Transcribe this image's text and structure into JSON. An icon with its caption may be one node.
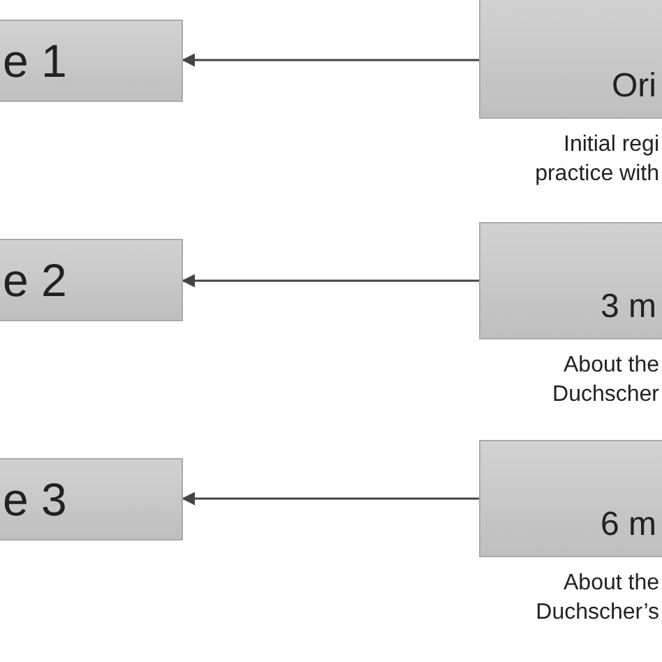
{
  "diagram": {
    "nodes": [
      {
        "text": [
          "e 1"
        ]
      },
      {
        "text": [
          "Ori"
        ],
        "beside": [
          "Initial regi",
          "practice with"
        ]
      },
      {
        "text": [
          "e 2"
        ]
      },
      {
        "text": [
          "3 m"
        ],
        "beside": [
          "About the",
          "Duchscher"
        ]
      },
      {
        "text": [
          "e 3"
        ]
      },
      {
        "text": [
          "6 m"
        ],
        "beside": [
          "About the",
          "Duchscher’s"
        ]
      }
    ],
    "edges": [
      {
        "from": 1,
        "to": 0,
        "arrow": "to"
      },
      {
        "from": 3,
        "to": 2,
        "arrow": "to"
      },
      {
        "from": 5,
        "to": 4,
        "arrow": "to"
      }
    ]
  }
}
